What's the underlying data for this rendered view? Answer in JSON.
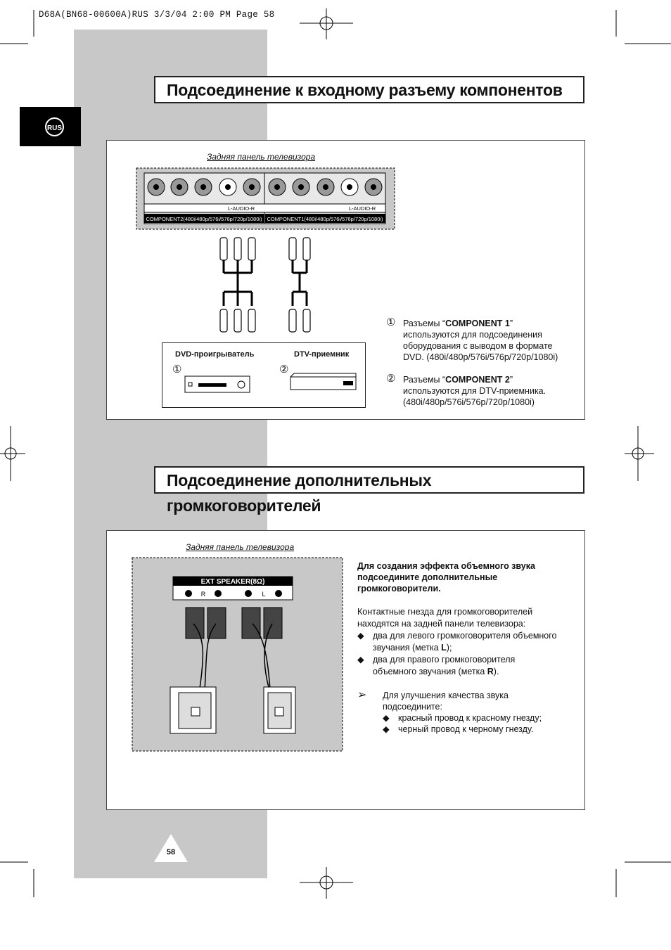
{
  "header": {
    "print_line": "D68A(BN68-00600A)RUS   3/3/04  2:00 PM   Page 58"
  },
  "language_tab": "RUS",
  "section1": {
    "title": "Подсоединение к входному разъему компонентов",
    "caption": "Задняя панель телевизора",
    "panel_labels": {
      "component2": "COMPONENT2(480i/480p/576i/576p/720p/1080i)",
      "component1": "COMPONENT1(480i/480p/576i/576p/720p/1080i)",
      "audio": "L-AUDIO-R"
    },
    "device_dvd": "DVD-проигрыватель",
    "device_dtv": "DTV-приемник",
    "marker1": "①",
    "marker2": "②",
    "note1_prefix": "Разъемы “",
    "note1_bold": "COMPONENT 1",
    "note1_suffix": "”",
    "note1_lines": [
      "используются для подсоединения",
      "оборудования с выводом в формате",
      "DVD. (480i/480p/576i/576p/720p/1080i)"
    ],
    "note2_prefix": "Разъемы “",
    "note2_bold": "COMPONENT 2",
    "note2_suffix": "”",
    "note2_lines": [
      "используются для  DTV-приемника.",
      "(480i/480p/576i/576p/720p/1080i)"
    ]
  },
  "section2": {
    "title": "Подсоединение дополнительных громкоговорителей",
    "caption": "Задняя панель телевизора",
    "ext_speaker_label": "EXT SPEAKER(8Ω)",
    "r_label": "R",
    "l_label": "L",
    "intro_bold_lines": [
      "Для создания эффекта объемного звука",
      "подсоедините дополнительные",
      "громкоговорители."
    ],
    "jacks_lines": [
      "Контактные гнезда для громкоговорителей",
      "находятся на задней панели телевизора:"
    ],
    "bullet_glyph": "◆",
    "bullet1_lines": [
      "два для левого громкоговорителя объемного",
      "звучания (метка "
    ],
    "bullet1_bold": "L",
    "bullet1_end": ");",
    "bullet2_lines": [
      "два для правого громкоговорителя",
      "объемного звучания (метка "
    ],
    "bullet2_bold": "R",
    "bullet2_end": ").",
    "tip_arrow": "➢",
    "tip_lines": [
      "Для улучшения качества звука",
      "подсоедините:"
    ],
    "tip_bullets": [
      "красный провод к красному гнезду;",
      "черный провод к черному гнезду."
    ]
  },
  "page_number": "58"
}
